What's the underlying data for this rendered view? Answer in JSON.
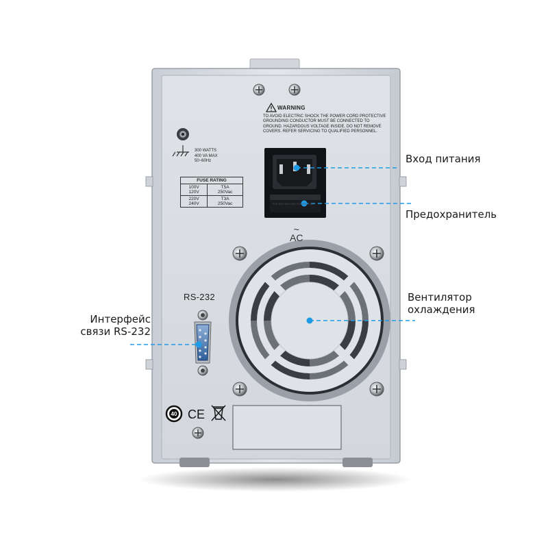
{
  "callouts": {
    "power_input": "Вход питания",
    "fuse": "Предохранитель",
    "fan_line1": "Вентилятор",
    "fan_line2": "охлаждения",
    "rs_line1": "Интерфейс",
    "rs_line2": "связи RS-232"
  },
  "panel": {
    "warning_title": "WARNING",
    "warning_text": "TO AVOID ELECTRIC SHOCK THE POWER CORD PROTECTIVE GROUNDING CONDUCTOR MUST BE CONNECTED TO GROUND. HAZARDOUS VOLTAGE INSIDE. DO NOT REMOVE COVERS. REFER SERVICING TO QUALIFIED PERSONNEL.",
    "power_line1": "300 WATTS",
    "power_line2": "400 VA MAX",
    "power_line3": "50~60Hz",
    "fuse_header": "FUSE RATING",
    "fuse_rows": [
      {
        "volt1": "100V",
        "volt2": "120V",
        "rate1": "T5A",
        "rate2": "250Vac"
      },
      {
        "volt1": "220V",
        "volt2": "240V",
        "rate1": "T3A",
        "rate2": "250Vac"
      }
    ],
    "fuse_holder_text": "FOR 220V-240V USE T3A 250V FUSE",
    "ac_tilde": "~",
    "ac_label": "AC",
    "rs232_label": "RS-232",
    "eco_mark": "40",
    "ce_mark": "CE"
  },
  "colors": {
    "callout_line": "#1e9be6",
    "panel": "#d9dde3",
    "fan_blade": "#a8adb4"
  }
}
